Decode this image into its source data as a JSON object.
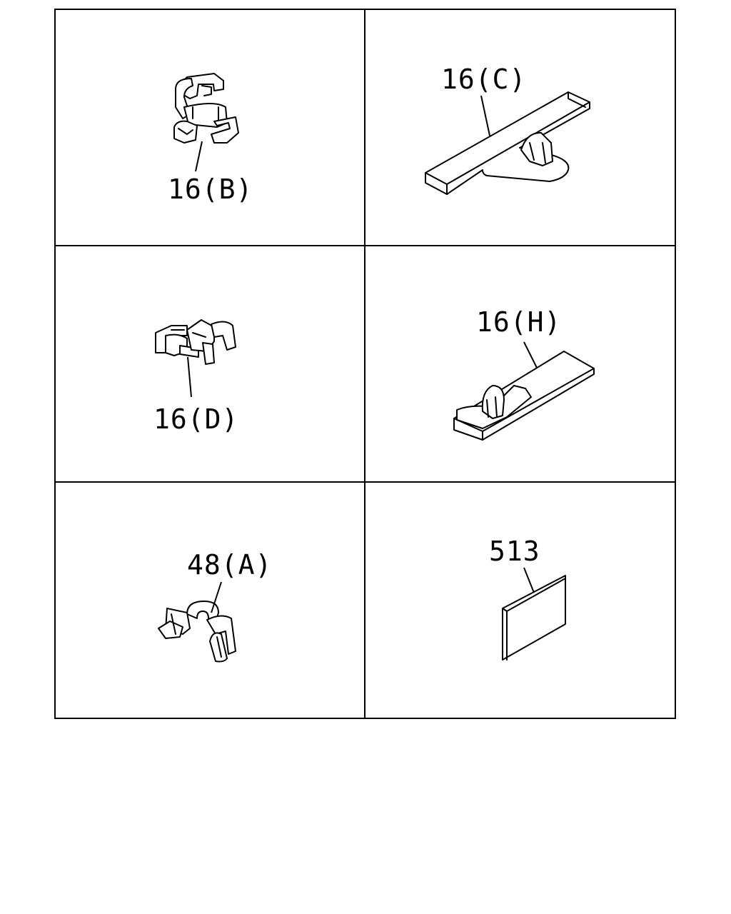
{
  "colors": {
    "line": "#000000",
    "background": "#ffffff"
  },
  "panels": [
    {
      "id": "b",
      "callout": "16(B)"
    },
    {
      "id": "c",
      "callout": "16(C)"
    },
    {
      "id": "d",
      "callout": "16(D)"
    },
    {
      "id": "h",
      "callout": "16(H)"
    },
    {
      "id": "a",
      "callout": "48(A)"
    },
    {
      "id": "513",
      "callout": "513"
    }
  ]
}
